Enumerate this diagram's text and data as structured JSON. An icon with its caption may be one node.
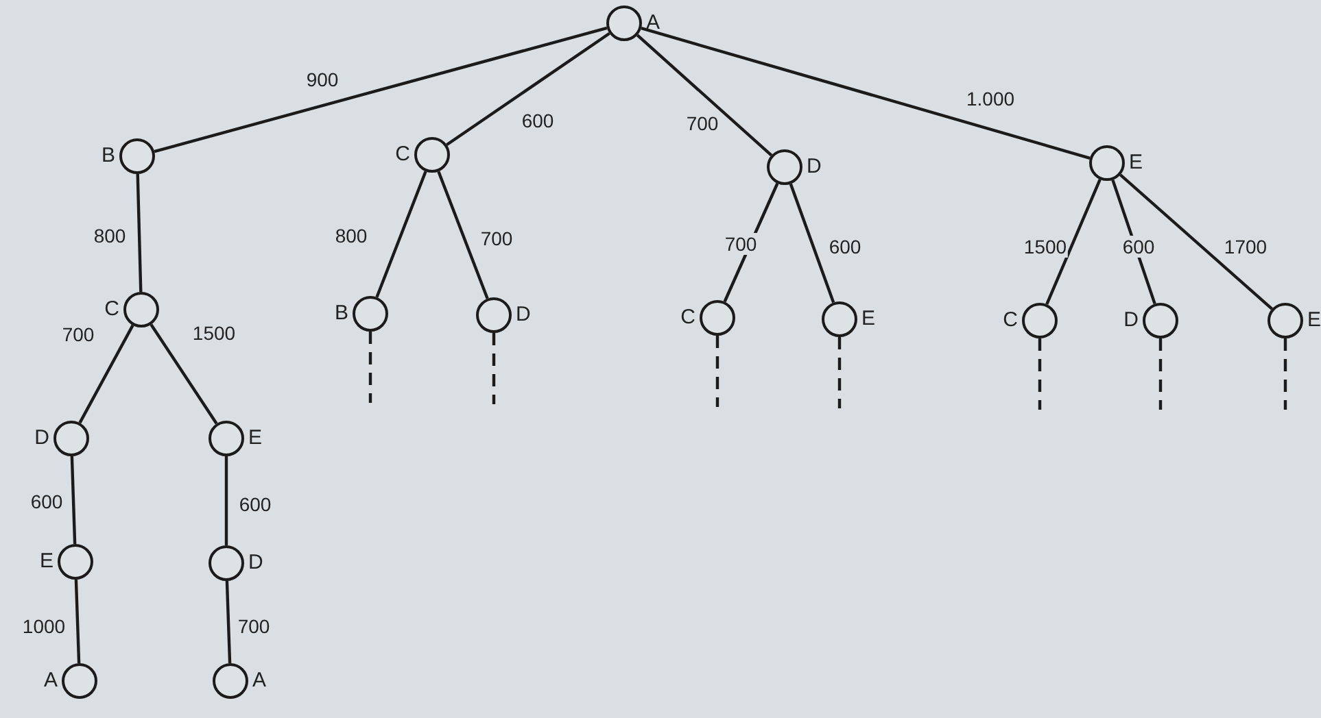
{
  "diagram": {
    "nodes": [
      {
        "text": [
          "A"
        ]
      },
      {
        "text": [
          "B"
        ]
      },
      {
        "text": [
          "C"
        ]
      },
      {
        "text": [
          "D"
        ]
      },
      {
        "text": [
          "E"
        ]
      },
      {
        "text": [
          "C"
        ]
      },
      {
        "text": [
          "B"
        ]
      },
      {
        "text": [
          "D"
        ]
      },
      {
        "text": [
          "C"
        ]
      },
      {
        "text": [
          "E"
        ]
      },
      {
        "text": [
          "C"
        ]
      },
      {
        "text": [
          "D"
        ]
      },
      {
        "text": [
          "E"
        ]
      },
      {
        "text": [
          "D"
        ]
      },
      {
        "text": [
          "E"
        ]
      },
      {
        "text": [
          "E"
        ]
      },
      {
        "text": [
          "D"
        ]
      },
      {
        "text": [
          "A"
        ]
      },
      {
        "text": [
          "A"
        ]
      }
    ],
    "edges": [
      {
        "from": 0,
        "to": 1,
        "arrow": "none",
        "label": "900"
      },
      {
        "from": 0,
        "to": 2,
        "arrow": "none",
        "label": "600"
      },
      {
        "from": 0,
        "to": 3,
        "arrow": "none",
        "label": "700"
      },
      {
        "from": 0,
        "to": 4,
        "arrow": "none",
        "label": "1.000"
      },
      {
        "from": 1,
        "to": 5,
        "arrow": "none",
        "label": "800"
      },
      {
        "from": 2,
        "to": 6,
        "arrow": "none",
        "label": "800"
      },
      {
        "from": 2,
        "to": 7,
        "arrow": "none",
        "label": "700"
      },
      {
        "from": 3,
        "to": 8,
        "arrow": "none",
        "label": "700"
      },
      {
        "from": 3,
        "to": 9,
        "arrow": "none",
        "label": "600"
      },
      {
        "from": 4,
        "to": 10,
        "arrow": "none",
        "label": "1500"
      },
      {
        "from": 4,
        "to": 11,
        "arrow": "none",
        "label": "600"
      },
      {
        "from": 4,
        "to": 12,
        "arrow": "none",
        "label": "1700"
      },
      {
        "from": 5,
        "to": 13,
        "arrow": "none",
        "label": "700"
      },
      {
        "from": 5,
        "to": 14,
        "arrow": "none",
        "label": "1500"
      },
      {
        "from": 13,
        "to": 15,
        "arrow": "none",
        "label": "600"
      },
      {
        "from": 14,
        "to": 16,
        "arrow": "none",
        "label": "600"
      },
      {
        "from": 15,
        "to": 17,
        "arrow": "none",
        "label": "1000"
      },
      {
        "from": 16,
        "to": 18,
        "arrow": "none",
        "label": "700"
      },
      {
        "from": 6,
        "to": null,
        "arrow": "none",
        "style": "dashed"
      },
      {
        "from": 7,
        "to": null,
        "arrow": "none",
        "style": "dashed"
      },
      {
        "from": 8,
        "to": null,
        "arrow": "none",
        "style": "dashed"
      },
      {
        "from": 9,
        "to": null,
        "arrow": "none",
        "style": "dashed"
      },
      {
        "from": 10,
        "to": null,
        "arrow": "none",
        "style": "dashed"
      },
      {
        "from": 11,
        "to": null,
        "arrow": "none",
        "style": "dashed"
      },
      {
        "from": 12,
        "to": null,
        "arrow": "none",
        "style": "dashed"
      }
    ]
  }
}
